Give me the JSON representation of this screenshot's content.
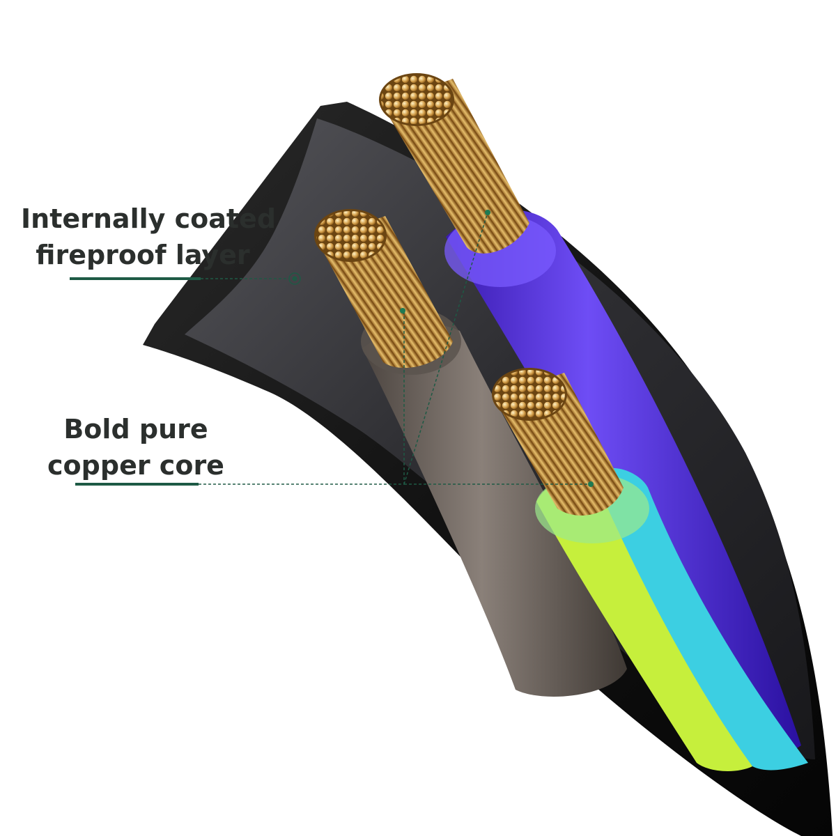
{
  "callouts": [
    {
      "id": "fireproof",
      "lines": [
        "Internally coated",
        "fireproof layer"
      ]
    },
    {
      "id": "copper",
      "lines": [
        "Bold pure",
        "copper core"
      ]
    }
  ],
  "colors": {
    "background": "#ffffff",
    "label_text": "#2b2f2d",
    "leader_line": "#1e5a45",
    "jacket": "#141414",
    "jacket_inner": "#2c2c2e",
    "wire_brown": "#6e655e",
    "wire_blue": "#5a2fe0",
    "wire_earth_yellow": "#c8f03c",
    "wire_earth_cyan": "#3ccde0",
    "copper": "#d0a050"
  },
  "icons": [
    "power-cable-cross-section-illustration",
    "callout-dot-icon"
  ]
}
